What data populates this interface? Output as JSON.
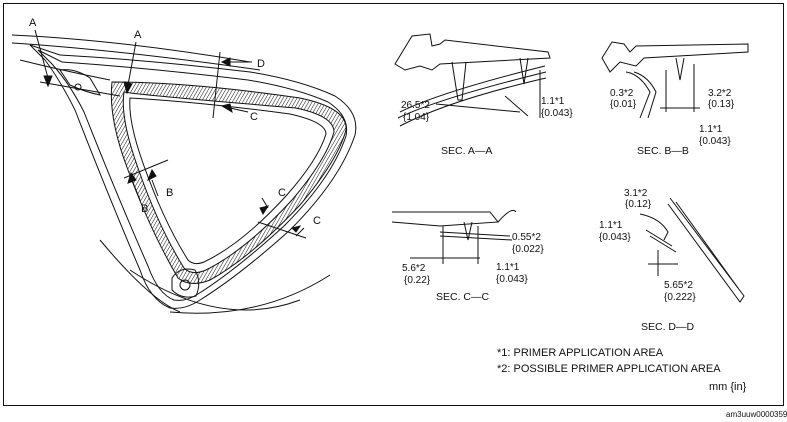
{
  "callouts": {
    "a_left": "A",
    "a_top": "A",
    "d": "D",
    "c_top": "C",
    "b_1": "B",
    "b_2": "B",
    "c_right_1": "C",
    "c_right_2": "C"
  },
  "sec_aa": {
    "title": "SEC. A—A",
    "dim1_value": "26.5*2",
    "dim1_in": "{1.04}",
    "dim2_value": "1.1*1",
    "dim2_in": "{0.043}"
  },
  "sec_bb": {
    "title": "SEC. B—B",
    "dim1_value": "0.3*2",
    "dim1_in": "{0.01}",
    "dim2_value": "3.2*2",
    "dim2_in": "{0.13}",
    "dim3_value": "1.1*1",
    "dim3_in": "{0.043}"
  },
  "sec_cc": {
    "title": "SEC. C—C",
    "dim1_value": "0.55*2",
    "dim1_in": "{0.022}",
    "dim2_value": "5.6*2",
    "dim2_in": "{0.22}",
    "dim3_value": "1.1*1",
    "dim3_in": "{0.043}"
  },
  "sec_dd": {
    "title": "SEC. D—D",
    "dim1_value": "3.1*2",
    "dim1_in": "{0.12}",
    "dim2_value": "1.1*1",
    "dim2_in": "{0.043}",
    "dim3_value": "5.65*2",
    "dim3_in": "{0.222}"
  },
  "notes": {
    "note1": "*1: PRIMER APPLICATION AREA",
    "note2": "*2: POSSIBLE PRIMER APPLICATION AREA",
    "units": "mm {in}"
  },
  "figure_code": "am3uuw0000359"
}
